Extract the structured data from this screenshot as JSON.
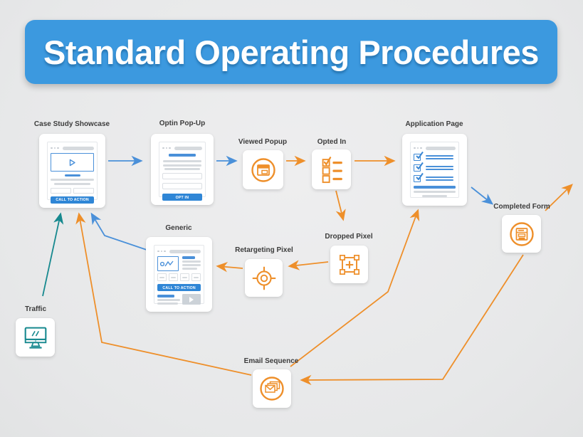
{
  "title": "Standard Operating Procedures",
  "colors": {
    "banner_blue": "#3c99df",
    "arrow_blue": "#4a90d9",
    "arrow_orange": "#ee8f2a",
    "arrow_teal": "#17898f",
    "mockup_blue": "#4a90d9",
    "button_blue": "#2f86d6",
    "background_gray": "#e9eaeb",
    "card_white": "#ffffff",
    "label_text": "#3c3c3c"
  },
  "nodes": {
    "case_study": {
      "label": "Case Study Showcase",
      "cta": "CALL TO ACTION",
      "icon": "browser-video-mockup"
    },
    "optin_popup": {
      "label": "Optin Pop-Up",
      "cta": "OPT IN",
      "icon": "browser-optin-form-mockup"
    },
    "viewed_popup": {
      "label": "Viewed Popup",
      "icon": "popup-window-icon"
    },
    "opted_in": {
      "label": "Opted In",
      "icon": "checklist-icon"
    },
    "application_page": {
      "label": "Application Page",
      "icon": "browser-checklist-mockup"
    },
    "completed_form": {
      "label": "Completed Form",
      "icon": "form-icon"
    },
    "generic": {
      "label": "Generic",
      "cta": "CALL TO ACTION",
      "icon": "browser-landing-mockup"
    },
    "retargeting_pixel": {
      "label": "Retargeting Pixel",
      "icon": "target-icon"
    },
    "dropped_pixel": {
      "label": "Dropped Pixel",
      "icon": "pixel-frame-icon"
    },
    "traffic": {
      "label": "Traffic",
      "icon": "monitor-icon"
    },
    "email_sequence": {
      "label": "Email Sequence",
      "icon": "envelopes-icon"
    }
  },
  "connections": [
    {
      "from": "traffic",
      "to": "case_study",
      "color": "teal"
    },
    {
      "from": "case_study",
      "to": "optin_popup",
      "color": "blue"
    },
    {
      "from": "optin_popup",
      "to": "viewed_popup",
      "color": "blue"
    },
    {
      "from": "viewed_popup",
      "to": "opted_in",
      "color": "orange"
    },
    {
      "from": "opted_in",
      "to": "application_page",
      "color": "orange"
    },
    {
      "from": "opted_in",
      "to": "dropped_pixel",
      "color": "orange"
    },
    {
      "from": "dropped_pixel",
      "to": "retargeting_pixel",
      "color": "orange"
    },
    {
      "from": "retargeting_pixel",
      "to": "generic",
      "color": "orange"
    },
    {
      "from": "generic",
      "to": "case_study",
      "color": "blue"
    },
    {
      "from": "email_sequence",
      "to": "case_study",
      "color": "orange"
    },
    {
      "from": "email_sequence",
      "to": "application_page",
      "color": "orange"
    },
    {
      "from": "application_page",
      "to": "completed_form",
      "color": "blue"
    },
    {
      "from": "completed_form",
      "to": "email_sequence",
      "color": "orange"
    },
    {
      "from": "completed_form",
      "to": "offpage-top-right",
      "color": "orange"
    }
  ]
}
